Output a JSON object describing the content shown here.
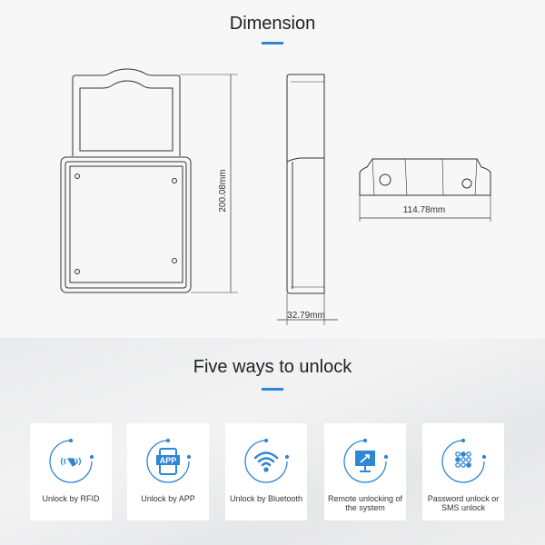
{
  "dimension": {
    "title": "Dimension",
    "height_label": "200.08mm",
    "depth_label": "32.79mm",
    "width_label": "114.78mm"
  },
  "unlock": {
    "title": "Five ways to unlock",
    "accent_color": "#2e86d6",
    "items": [
      {
        "icon": "rfid-icon",
        "label": "Unlock by RFID"
      },
      {
        "icon": "app-icon",
        "label": "Unlock by APP",
        "icon_text": "APP"
      },
      {
        "icon": "wifi-icon",
        "label": "Unlock by Bluetooth"
      },
      {
        "icon": "remote-monitor-icon",
        "label": "Remote unlocking of the system"
      },
      {
        "icon": "keypad-icon",
        "label": "Password unlock or SMS unlock"
      }
    ]
  }
}
